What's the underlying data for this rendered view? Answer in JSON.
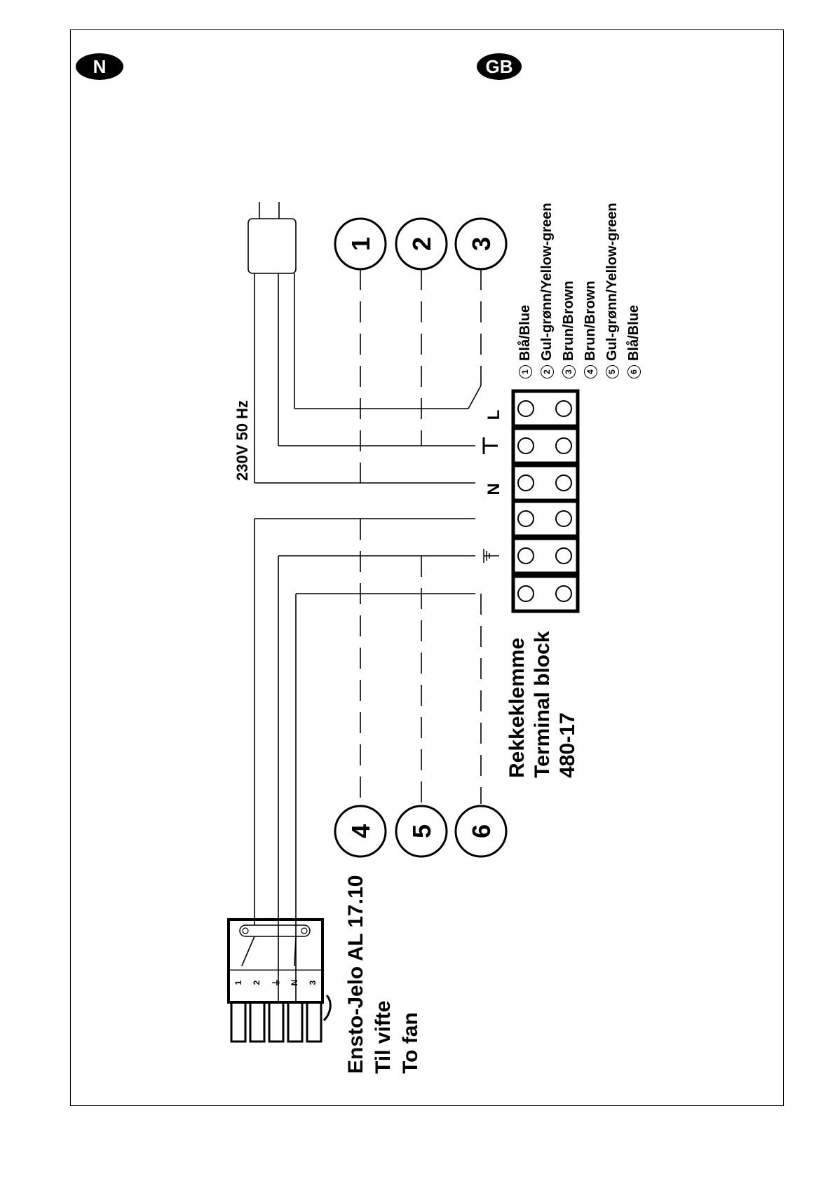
{
  "languages": {
    "left": "N",
    "right": "GB"
  },
  "supply": {
    "label": "230V 50 Hz"
  },
  "terminal_block": {
    "line1": "Rekkeklemme",
    "line2": "Terminal block",
    "line3": "480-17",
    "terminals_top": [
      "L",
      "⏚",
      "N"
    ]
  },
  "fan_connector": {
    "line1": "Ensto-Jelo AL 17.10",
    "line2": "Til vifte",
    "line3": "To fan",
    "pins": [
      "1",
      "2",
      "⏚",
      "N",
      "3"
    ]
  },
  "wire_markers": [
    "1",
    "2",
    "3",
    "4",
    "5",
    "6"
  ],
  "legend": [
    {
      "num": "1",
      "text": "Blå/Blue"
    },
    {
      "num": "2",
      "text": "Gul-grønn/Yellow-green"
    },
    {
      "num": "3",
      "text": "Brun/Brown"
    },
    {
      "num": "4",
      "text": "Brun/Brown"
    },
    {
      "num": "5",
      "text": "Gul-grønn/Yellow-green"
    },
    {
      "num": "6",
      "text": "Blå/Blue"
    }
  ]
}
